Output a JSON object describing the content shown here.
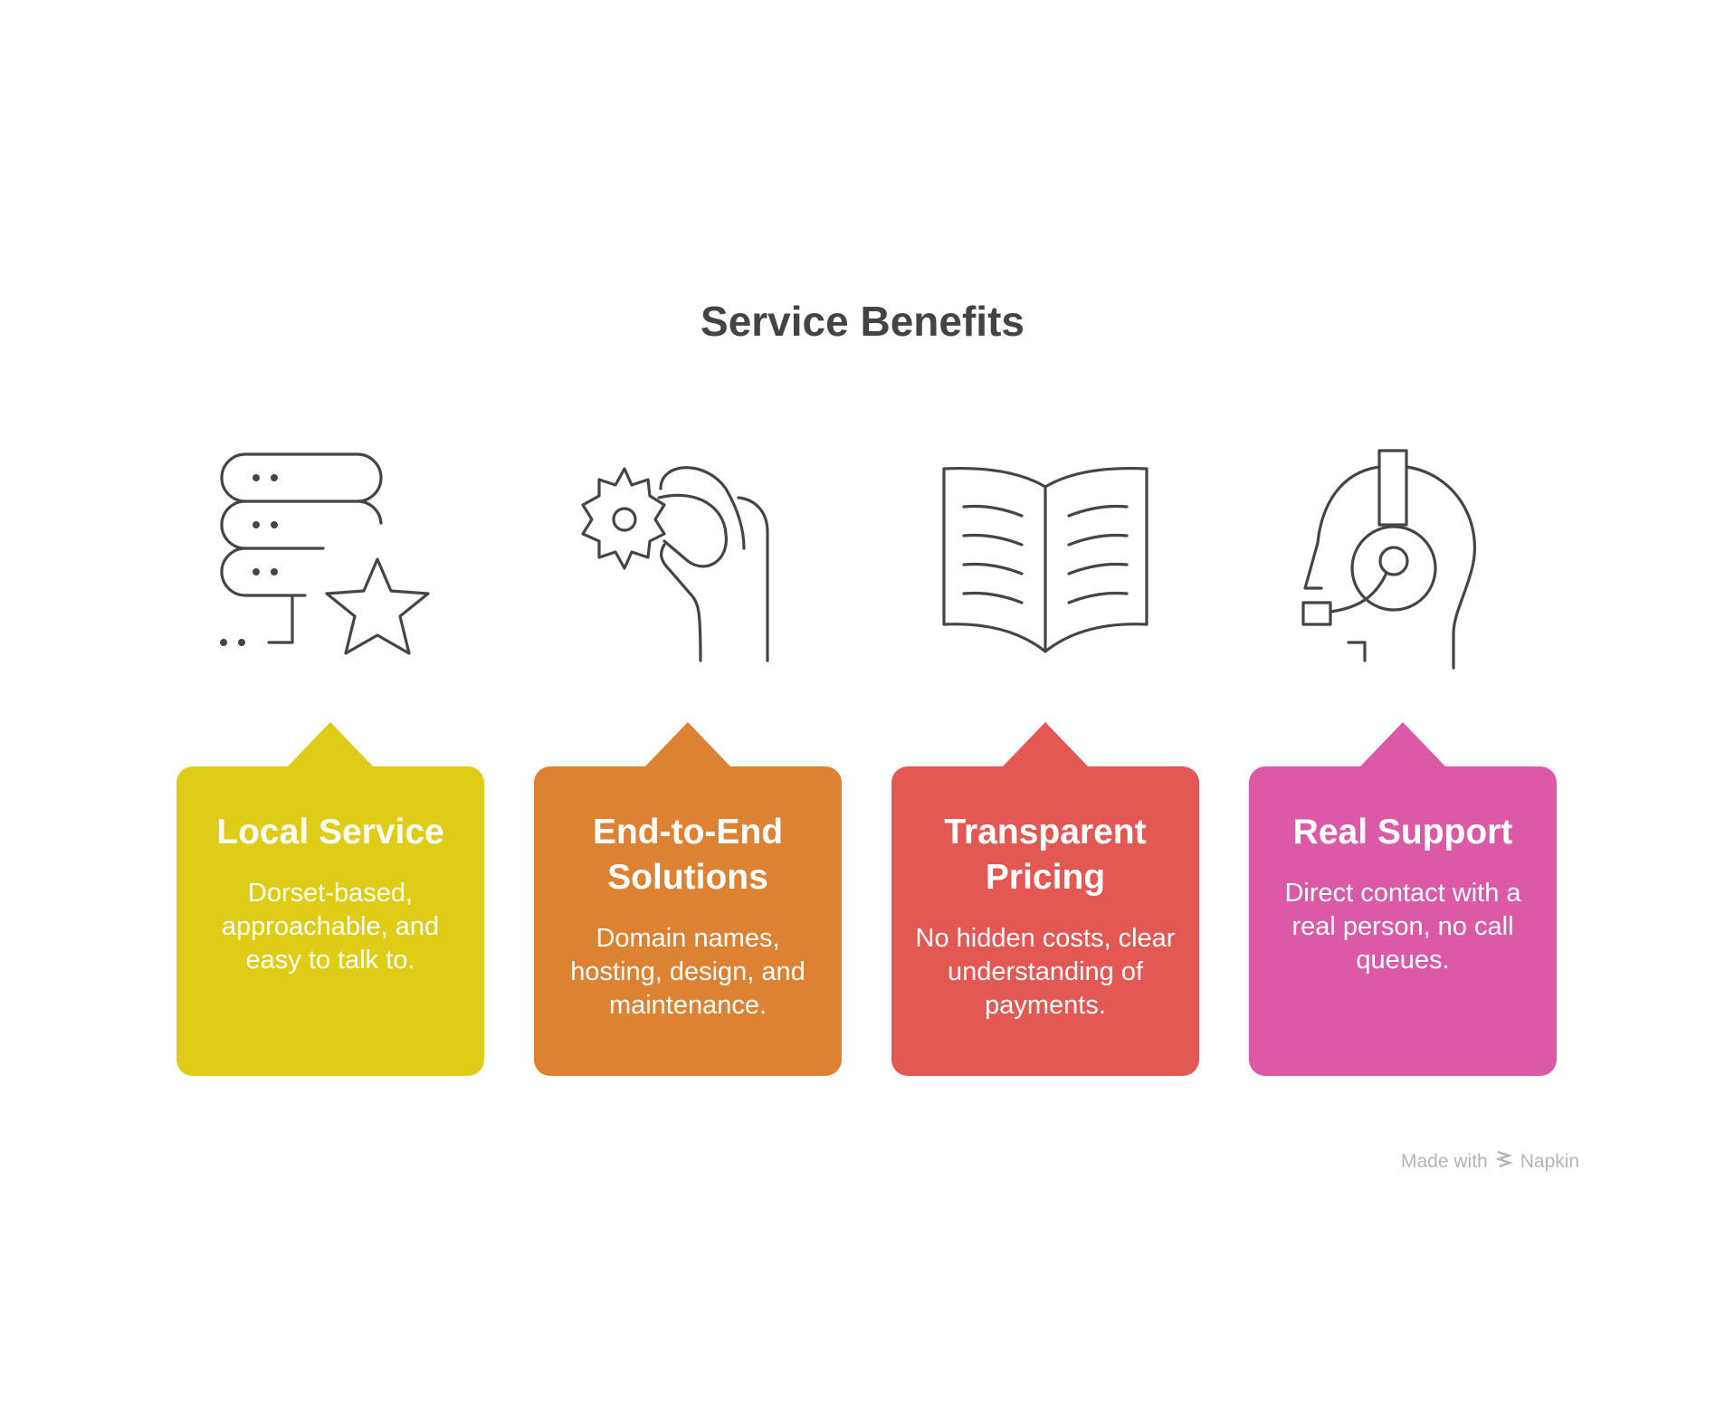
{
  "title": "Service Benefits",
  "benefits": [
    {
      "heading": "Local Service",
      "body": "Dorset-based, approachable, and easy to talk to.",
      "color": "#DFCC17",
      "icon": "server-star-icon"
    },
    {
      "heading": "End-to-End Solutions",
      "body": "Domain names, hosting, design, and maintenance.",
      "color": "#DD8232",
      "icon": "hand-gear-icon"
    },
    {
      "heading": "Transparent Pricing",
      "body": "No hidden costs, clear understanding of payments.",
      "color": "#E35852",
      "icon": "open-book-icon"
    },
    {
      "heading": "Real Support",
      "body": "Direct contact with a real person, no call queues.",
      "color": "#DC59A8",
      "icon": "headset-person-icon"
    }
  ],
  "footer": {
    "made_with": "Made with",
    "brand": "Napkin"
  }
}
